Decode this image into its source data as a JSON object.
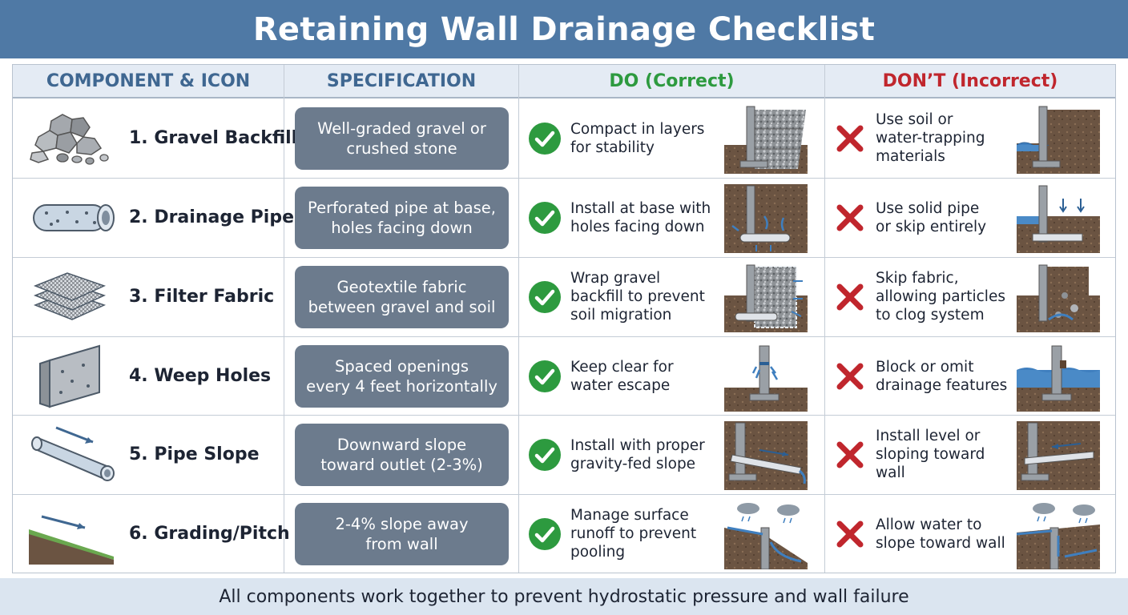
{
  "title": "Retaining Wall Drainage Checklist",
  "headers": {
    "component": "COMPONENT & ICON",
    "specification": "SPECIFICATION",
    "do": "DO (Correct)",
    "dont": "DON’T (Incorrect)"
  },
  "colors": {
    "title_bar": "#4f79a5",
    "header_text": "#3f6791",
    "do_green": "#2d9a3f",
    "dont_red": "#c0262d",
    "spec_box": "#6c7b8d",
    "footer_bg": "#dbe5f0"
  },
  "rows": [
    {
      "component": "1. Gravel Backfill",
      "icon": "gravel-icon",
      "spec_lines": [
        "Well-graded gravel or",
        "crushed stone"
      ],
      "do_lines": [
        "Compact in layers",
        "for stability"
      ],
      "dont_lines": [
        "Use soil or",
        "water-trapping",
        "materials"
      ]
    },
    {
      "component": "2. Drainage Pipe",
      "icon": "pipe-icon",
      "spec_lines": [
        "Perforated pipe at base,",
        "holes facing down"
      ],
      "do_lines": [
        "Install at base with",
        "holes facing down"
      ],
      "dont_lines": [
        "Use solid pipe",
        "or skip entirely"
      ]
    },
    {
      "component": "3. Filter Fabric",
      "icon": "fabric-layers-icon",
      "spec_lines": [
        "Geotextile fabric",
        "between gravel and soil"
      ],
      "do_lines": [
        "Wrap gravel",
        "backfill to prevent",
        "soil migration"
      ],
      "dont_lines": [
        "Skip fabric,",
        "allowing particles",
        "to clog system"
      ]
    },
    {
      "component": "4. Weep Holes",
      "icon": "wall-block-icon",
      "spec_lines": [
        "Spaced openings",
        "every 4 feet horizontally"
      ],
      "do_lines": [
        "Keep clear for",
        "water escape"
      ],
      "dont_lines": [
        "Block or omit",
        "drainage features"
      ]
    },
    {
      "component": "5. Pipe Slope",
      "icon": "sloped-pipe-icon",
      "spec_lines": [
        "Downward slope",
        "toward outlet (2-3%)"
      ],
      "do_lines": [
        "Install with proper",
        "gravity-fed slope"
      ],
      "dont_lines": [
        "Install level or",
        "sloping toward",
        "wall"
      ]
    },
    {
      "component": "6. Grading/Pitch",
      "icon": "graded-slope-icon",
      "spec_lines": [
        "2-4% slope away",
        "from wall"
      ],
      "do_lines": [
        "Manage surface",
        "runoff to prevent",
        "pooling"
      ],
      "dont_lines": [
        "Allow water to",
        "slope toward wall"
      ]
    }
  ],
  "footer": "All components work together to prevent hydrostatic pressure and wall failure"
}
